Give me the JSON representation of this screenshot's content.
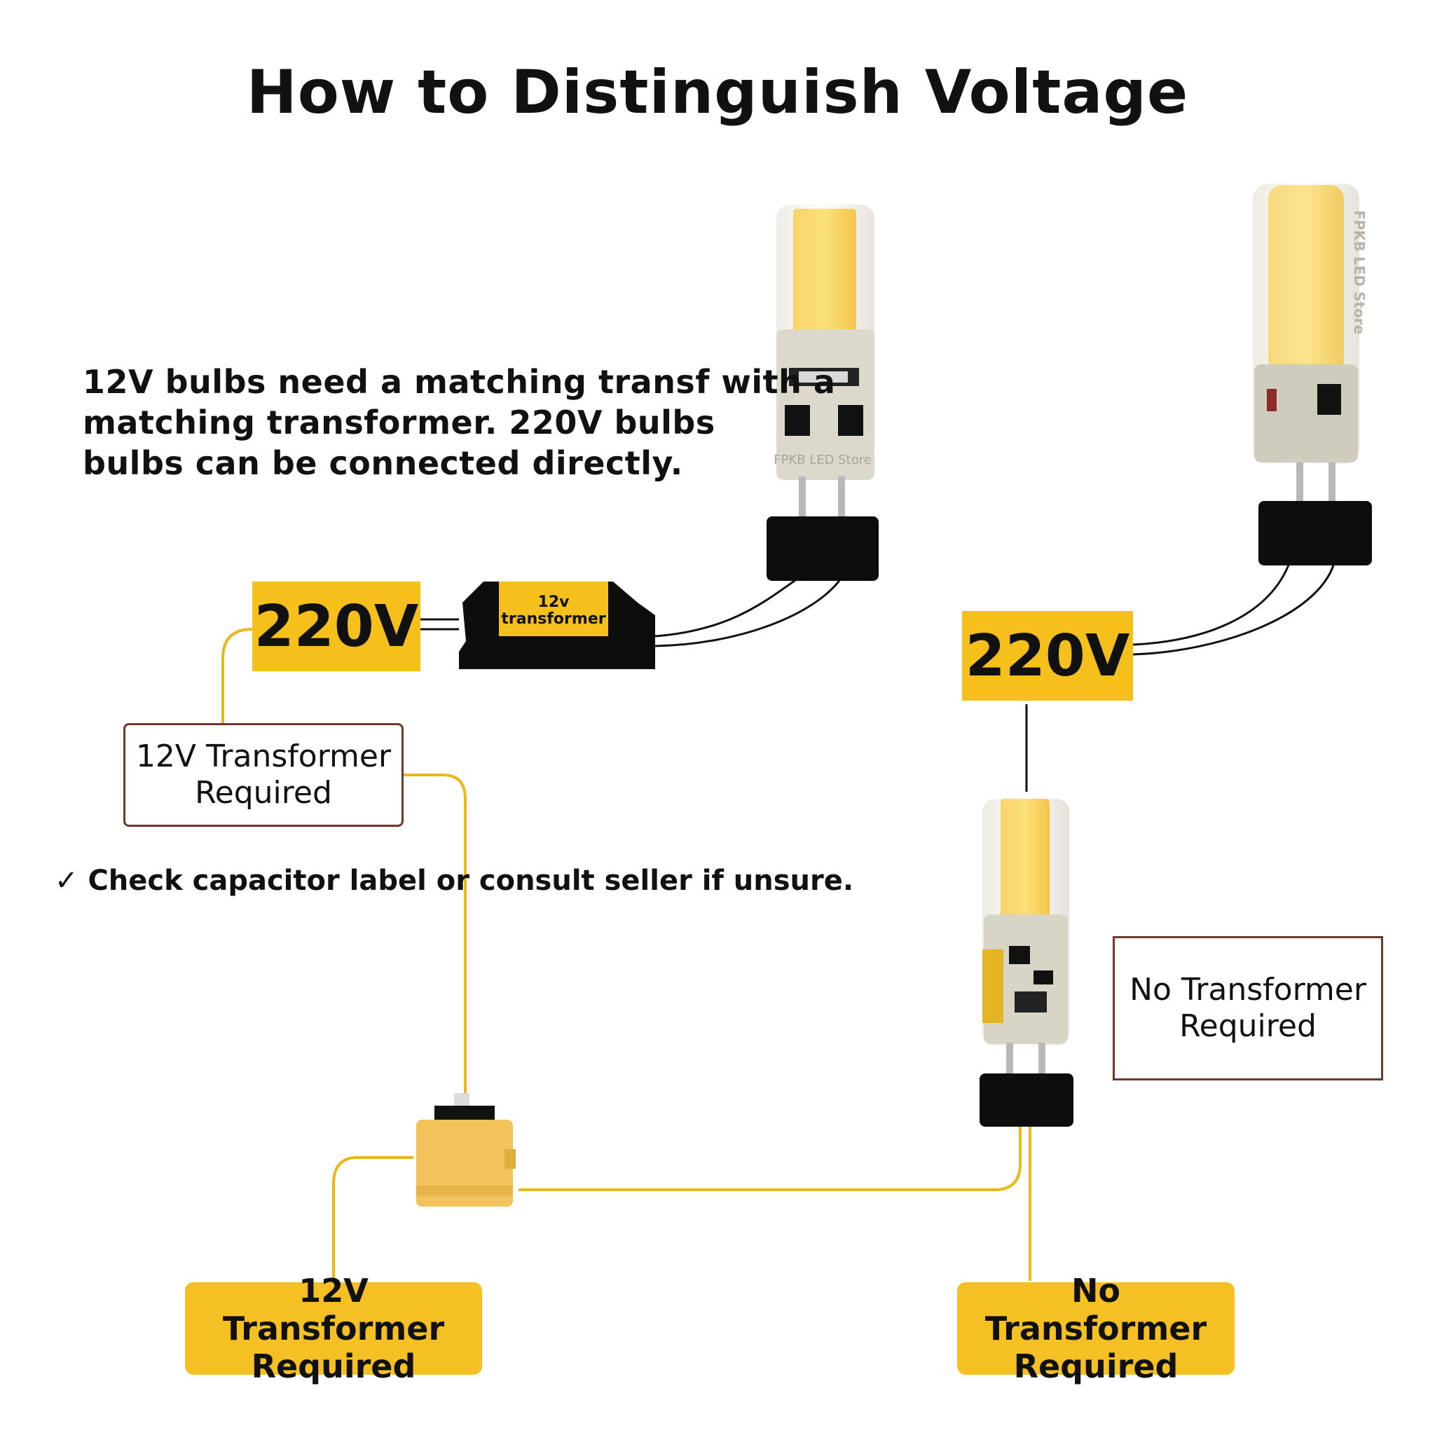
{
  "title": "How to Distinguish Voltage",
  "intro_lines": [
    "12V bulbs need a matching transf with a",
    "matching transformer. 220V bulbs",
    "bulbs can be connected directly."
  ],
  "note": "✓ Check capacitor label or consult seller if unsure.",
  "left_voltage_label": "220V",
  "right_voltage_label": "220V",
  "transformer": {
    "line1": "12v",
    "line2": "transformer"
  },
  "watermark": "FPKB LED Store",
  "outline_left": {
    "line1": "12V Transformer",
    "line2": "Required"
  },
  "outline_right": {
    "line1": "No Transformer",
    "line2": "Required"
  },
  "yellow_left": {
    "line1": "12V Transformer",
    "line2": "Required"
  },
  "yellow_right": {
    "line1": "No Transformer",
    "line2": "Required"
  },
  "colors": {
    "accent_yellow": "#f5bf1c",
    "wire_yellow": "#e8b81c",
    "outline_brown": "#6b3a2a",
    "socket_black": "#0d0d0d"
  }
}
